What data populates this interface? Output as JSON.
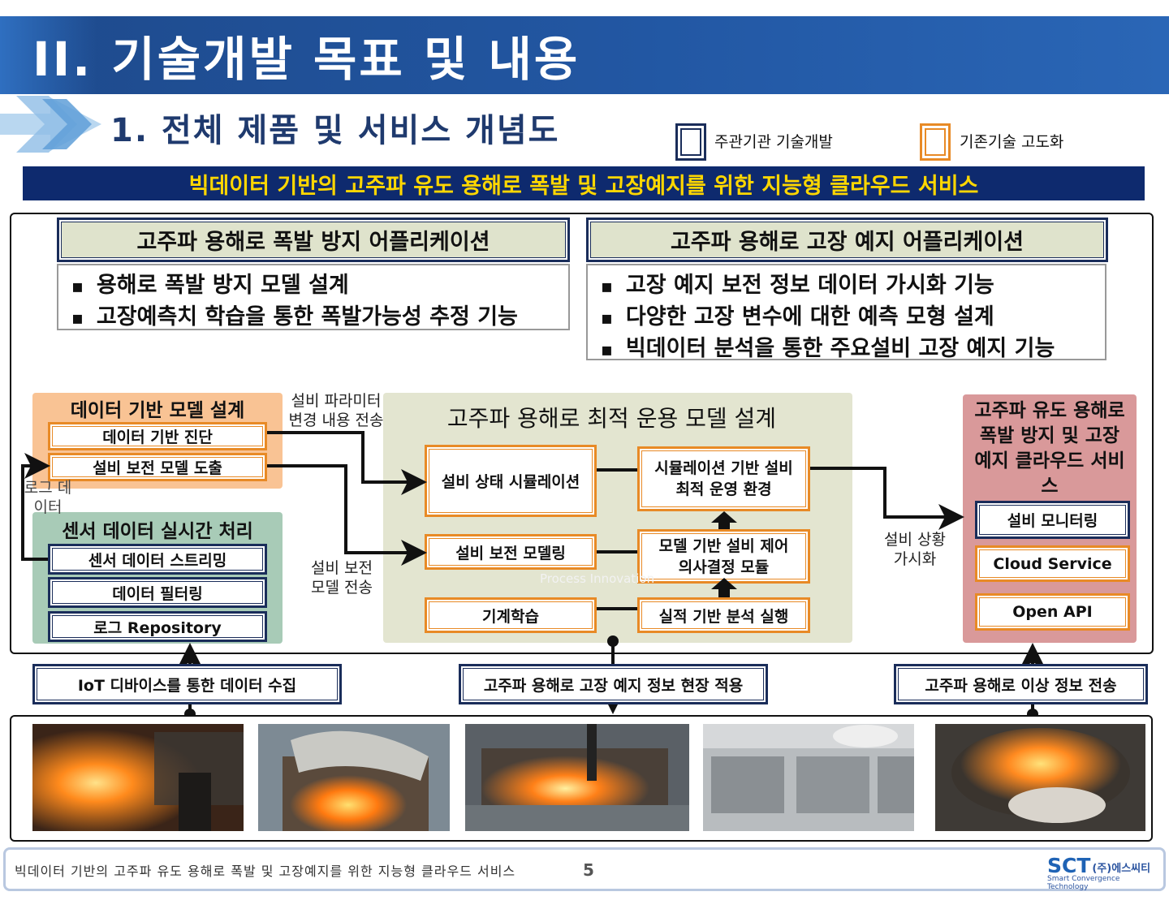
{
  "header": {
    "title": "II. 기술개발 목표 및 내용",
    "section_title": "1. 전체 제품 및 서비스 개념도"
  },
  "legend": {
    "navy_label": "주관기관 기술개발",
    "orange_label": "기존기술 고도화",
    "navy_color": "#1a2d5a",
    "orange_color": "#e88a26"
  },
  "banner": {
    "text": "빅데이터 기반의 고주파 유도 용해로 폭발 및 고장예지를 위한 지능형 클라우드 서비스",
    "bg_color": "#0e2a6e",
    "text_color": "#ffd700"
  },
  "apps": {
    "left_title": "고주파 용해로 폭발 방지 어플리케이션",
    "left_items": [
      "용해로 폭발 방지 모델 설계",
      "고장예측치 학습을 통한 폭발가능성 추정 기능"
    ],
    "right_title": "고주파 용해로 고장 예지 어플리케이션",
    "right_items": [
      "고장 예지 보전 정보 데이터 가시화 기능",
      "다양한 고장 변수에 대한 예측 모형 설계",
      "빅데이터 분석을 통한 주요설비 고장 예지 기능"
    ]
  },
  "data_model": {
    "title": "데이터 기반 모델 설계",
    "items": [
      "데이터 기반 진단",
      "설비 보전 모델 도출"
    ]
  },
  "sensor": {
    "title": "센서 데이터 실시간 처리",
    "items": [
      "센서 데이터 스트리밍",
      "데이터 필터링",
      "로그 Repository"
    ]
  },
  "optimal": {
    "title": "고주파 용해로 최적 운용 모델 설계",
    "sim": "설비 상태 시뮬레이션",
    "sim_env": "시뮬레이션 기반 설비 최적 운영 환경",
    "maint": "설비 보전 모델링",
    "decision": "모델 기반 설비 제어 의사결정 모듈",
    "ml": "기계학습",
    "analysis": "실적 기반 분석 실행",
    "watermark": "Process Innovation"
  },
  "cloud": {
    "title": "고주파 유도 용해로 폭발 방지 및 고장 예지 클라우드 서비스",
    "items": [
      "설비 모니터링",
      "Cloud Service",
      "Open API"
    ]
  },
  "notes": {
    "param": "설비 파라미터 변경 내용 전송",
    "log": "로그 데이터",
    "maint_send": "설비 보전 모델 전송",
    "visual": "설비 상황 가시화"
  },
  "flow": {
    "iot": "IoT 디바이스를 통한 데이터 수집",
    "apply": "고주파 용해로 고장 예지 정보 현장 적용",
    "send": "고주파 용해로 이상 정보 전송"
  },
  "footer": {
    "text": "빅데이터 기반의 고주파 유도 용해로 폭발 및 고장예지를 위한 지능형 클라우드 서비스",
    "page": "5",
    "logo_sct": "SCT",
    "logo_kr": "(주)에스씨티",
    "logo_sub": "Smart Convergence Technology"
  }
}
